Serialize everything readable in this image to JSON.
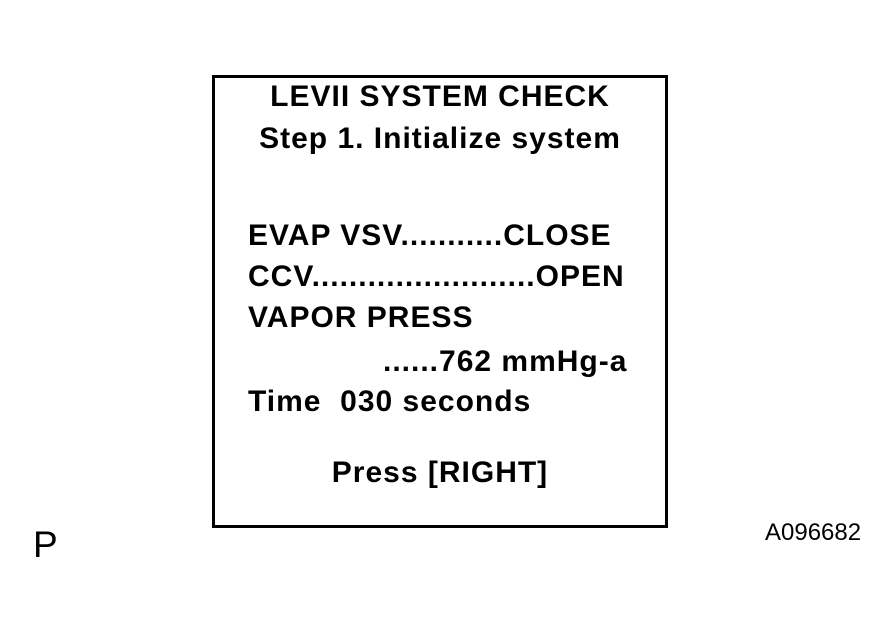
{
  "colors": {
    "ink": "#000000",
    "background": "#ffffff"
  },
  "figure": {
    "page_marker": "P",
    "figure_id": "A096682"
  },
  "screen": {
    "title": "LEVII SYSTEM CHECK",
    "step": "Step 1. Initialize system",
    "readouts": {
      "evap_vsv": "EVAP VSV...........CLOSE",
      "ccv": "CCV........................OPEN",
      "vapor_press_label": "VAPOR PRESS",
      "vapor_press_value": "......762 mmHg-a",
      "time": "Time  030 seconds"
    },
    "prompt": "Press [RIGHT]"
  }
}
